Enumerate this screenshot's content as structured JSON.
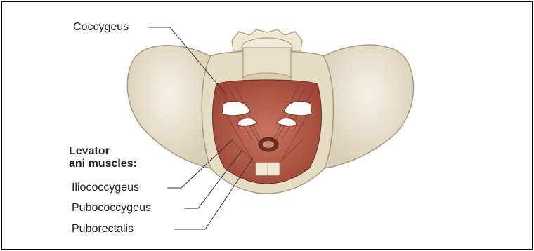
{
  "labels": {
    "coccygeus": "Coccygeus",
    "group_line1": "Levator",
    "group_line2": "ani muscles:",
    "iliococcygeus": "Iliococcygeus",
    "pubococcygeus": "Pubococcygeus",
    "puborectalis": "Puborectalis"
  },
  "colors": {
    "bone": "#efe9d8",
    "bone_shadow": "#c9bfa4",
    "muscle": "#b8604c",
    "muscle_dark": "#8e3e2f",
    "leader": "#333333"
  }
}
